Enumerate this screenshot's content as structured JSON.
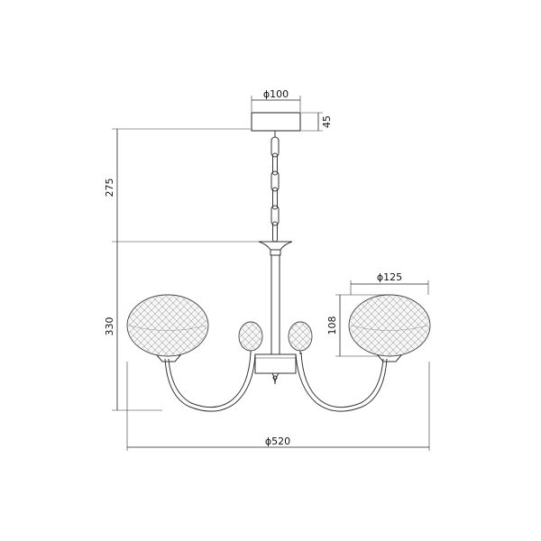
{
  "dimensions": {
    "canopy_diameter": "ϕ100",
    "canopy_height": "45",
    "chain_length": "275",
    "body_height": "330",
    "shade_diameter": "ϕ125",
    "shade_height": "108",
    "overall_diameter": "ϕ520"
  }
}
